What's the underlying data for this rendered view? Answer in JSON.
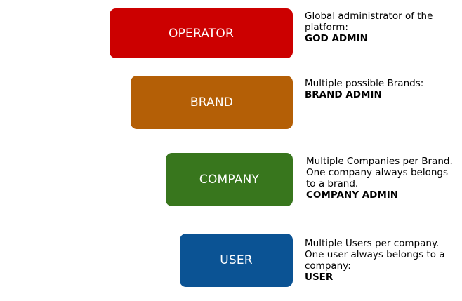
{
  "levels": [
    {
      "label": "OPERATOR",
      "color": "#cc0000",
      "description": [
        "Global administrator of the",
        "platform:"
      ],
      "role": "GOD ADMIN"
    },
    {
      "label": "BRAND",
      "color": "#b45f06",
      "description": [
        "Multiple possible Brands:"
      ],
      "role": "BRAND ADMIN"
    },
    {
      "label": "COMPANY",
      "color": "#38761d",
      "description": [
        "Multiple Companies per Brand.",
        "One company always belongs",
        "to a brand."
      ],
      "role": "COMPANY ADMIN"
    },
    {
      "label": "USER",
      "color": "#0b5394",
      "description": [
        "Multiple Users per company.",
        "One user always belongs to a",
        "company:"
      ],
      "role": "USER"
    }
  ]
}
